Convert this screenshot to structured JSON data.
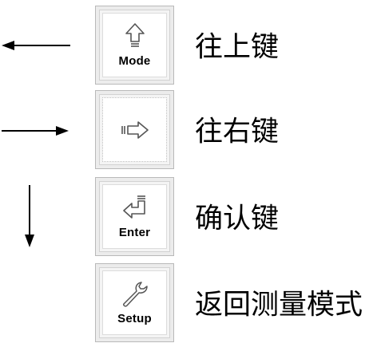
{
  "keys": [
    {
      "label": "Mode",
      "description": "往上键",
      "icon": "up-arrow-outline-icon",
      "direction_indicator": "left-arrow-icon"
    },
    {
      "label": "",
      "description": "往右键",
      "icon": "right-arrow-outline-icon",
      "direction_indicator": "right-arrow-icon"
    },
    {
      "label": "Enter",
      "description": "确认键",
      "icon": "enter-return-icon",
      "direction_indicator": "down-arrow-icon"
    },
    {
      "label": "Setup",
      "description": "返回测量模式",
      "icon": "wrench-icon",
      "direction_indicator": ""
    }
  ]
}
